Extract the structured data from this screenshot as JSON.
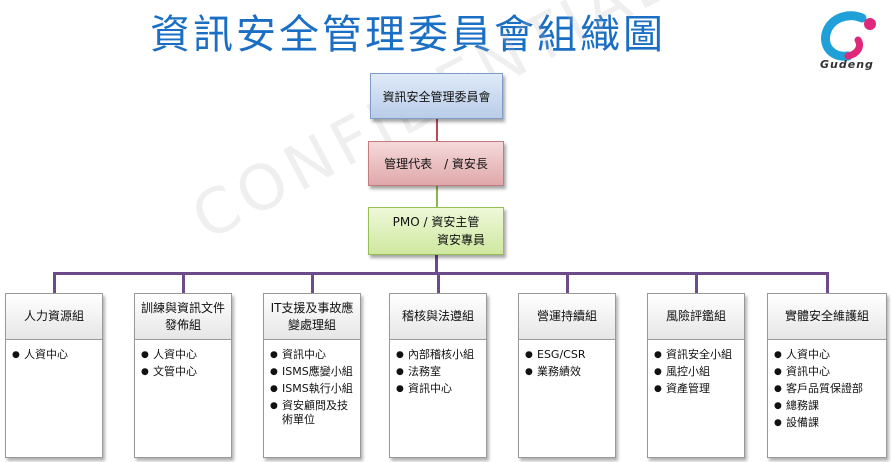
{
  "title": "資訊安全管理委員會組織圖",
  "logo": {
    "text": "Gudeng"
  },
  "watermark": "CONFIDENTIAL",
  "top_nodes": [
    {
      "label": "資訊安全管理委員會"
    },
    {
      "label": "管理代表　/ 資安長"
    },
    {
      "line1": "PMO / 資安主管",
      "line2": "資安專員"
    }
  ],
  "groups": [
    {
      "head": "人力資源組",
      "items": [
        "人資中心"
      ]
    },
    {
      "head": "訓練與資訊文件發佈組",
      "items": [
        "人資中心",
        "文管中心"
      ]
    },
    {
      "head": "IT支援及事故應變處理組",
      "items": [
        "資訊中心",
        "ISMS應變小組",
        "ISMS執行小組",
        "資安顧問及技術單位"
      ]
    },
    {
      "head": "稽核與法遵組",
      "items": [
        "內部稽核小組",
        "法務室",
        "資訊中心"
      ]
    },
    {
      "head": "營運持續組",
      "items": [
        "ESG/CSR",
        "業務績效"
      ]
    },
    {
      "head": "風險評鑑組",
      "items": [
        "資訊安全小組",
        "風控小組",
        "資產管理"
      ]
    },
    {
      "head": "實體安全維護組",
      "items": [
        "人資中心",
        "資訊中心",
        "客戶品質保證部",
        "總務課",
        "設備課"
      ]
    }
  ],
  "bullet_symbol": "●"
}
